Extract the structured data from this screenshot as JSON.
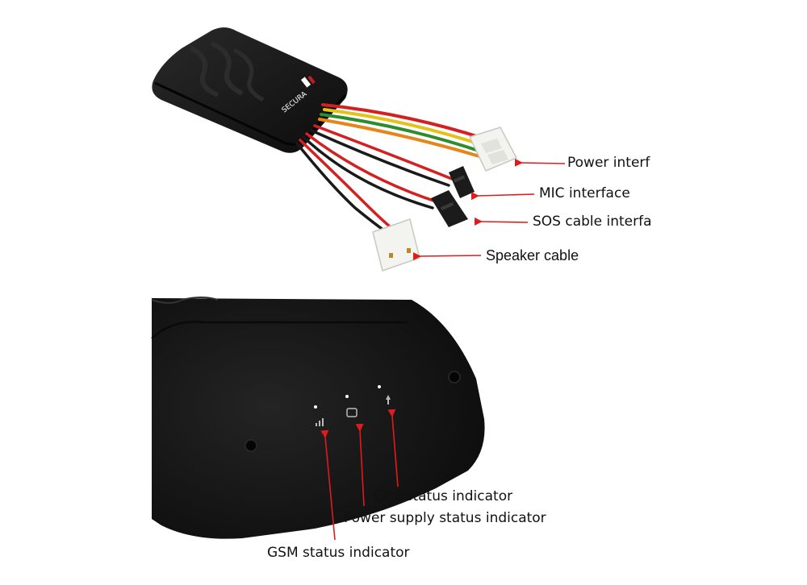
{
  "labels": {
    "power_interface": "Power interf",
    "mic_interface": "MIC interface",
    "sos_interface": "SOS cable interfa",
    "speaker_cable": "Speaker cable",
    "gps_status": "GPS status indicator",
    "power_supply_status": "Power supply status indicator",
    "gsm_status": "GSM status indicator"
  },
  "device": {
    "brand_text": "SECURA"
  },
  "colors": {
    "arrow": "#e01b1b",
    "device_body": "#151515",
    "wire_red": "#d42020",
    "wire_orange": "#e8851a",
    "wire_yellow": "#e3c21a",
    "wire_green": "#2e8b2e",
    "wire_black": "#1a1a1a",
    "connector_white": "#f3f3f0"
  }
}
